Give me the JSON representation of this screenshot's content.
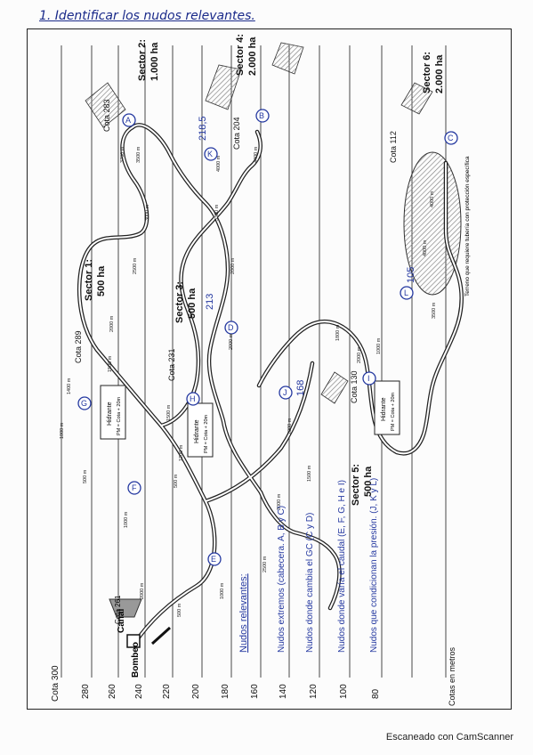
{
  "heading": "1. Identificar los nudos relevantes.",
  "footer": "Escaneado con CamScanner",
  "axis": {
    "cota_labels": [
      "Cota 300",
      "280",
      "260",
      "240",
      "220",
      "200",
      "180",
      "160",
      "140",
      "120",
      "100",
      "80"
    ],
    "units_label": "Cotas en metros"
  },
  "nodes": {
    "A": "A",
    "B": "B",
    "C": "C",
    "D": "D",
    "E": "E",
    "F": "F",
    "G": "G",
    "H": "H",
    "I": "I",
    "J": "J",
    "K": "K",
    "L": "L"
  },
  "cotas": {
    "A": "Cota 283",
    "B": "Cota 204",
    "C": "Cota 112",
    "G": "Cota 289",
    "H": "Cota 231",
    "I": "Cota 130",
    "bombeo": "Cota 261"
  },
  "handwritten_cotas": {
    "B": "218,5",
    "D": "213",
    "J": "168",
    "L": "105"
  },
  "sectors": {
    "s1": {
      "name": "Sector 1:",
      "area": "500 ha"
    },
    "s2": {
      "name": "Sector 2:",
      "area": "1.000 ha"
    },
    "s3": {
      "name": "Sector 3:",
      "area": "500 ha"
    },
    "s4": {
      "name": "Sector 4:",
      "area": "2.000 ha"
    },
    "s5": {
      "name": "Sector 5:",
      "area": "500 ha"
    },
    "s6": {
      "name": "Sector 6:",
      "area": "2.000 ha"
    }
  },
  "hydrant": {
    "title": "Hidrante",
    "pm": "PM = Cota + 20m"
  },
  "pump": {
    "bombeo": "Bombeo",
    "canal": "Canal"
  },
  "lengths": [
    "1000 m",
    "1400 m",
    "1500 m",
    "2000 m",
    "2500 m",
    "3000 m",
    "3700 m",
    "3500 m",
    "4000 m",
    "4400 m",
    "3300 m",
    "2000 m",
    "1500 m",
    "1200 m",
    "1000 m",
    "500 m",
    "1000 m",
    "500 m",
    "1500 m",
    "2000 m",
    "3000 m",
    "1800 m",
    "2500 m",
    "2000 m",
    "500 m",
    "1000 m",
    "2000 m",
    "4000 m",
    "4000 m",
    "3500 m",
    "2000 m"
  ],
  "terrain_note": "Terreno que requiere tubería con protección específica",
  "notes": {
    "title": "Nudos relevantes:",
    "items": [
      "Nudos extremos (cabecera. A, B y C)",
      "Nudos donde cambia el GC (C y D)",
      "Nudos donde varía el caudal (E, F, G, H e I)",
      "Nudos que condicionan la presión. (J, K y L)"
    ]
  }
}
